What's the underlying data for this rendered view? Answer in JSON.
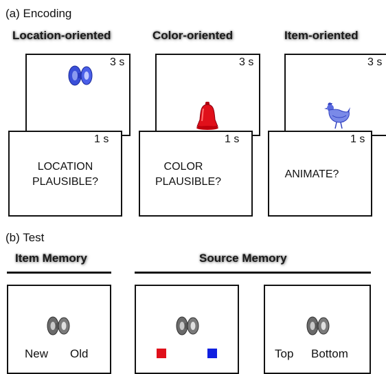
{
  "encoding": {
    "label": "(a)  Encoding",
    "conditions": [
      {
        "title": "Location-oriented",
        "study_duration": "3 s",
        "question_duration": "1 s",
        "question_line1": "LOCATION",
        "question_line2": "PLAUSIBLE?",
        "item_icon": "blue-knob-icon"
      },
      {
        "title": "Color-oriented",
        "study_duration": "3 s",
        "question_duration": "1 s",
        "question_line1": "COLOR",
        "question_line2": "PLAUSIBLE?",
        "item_icon": "red-bell-icon"
      },
      {
        "title": "Item-oriented",
        "study_duration": "3 s",
        "question_duration": "1 s",
        "question_line1": "ANIMATE?",
        "question_line2": "",
        "item_icon": "blue-hen-icon"
      }
    ]
  },
  "test": {
    "label": "(b)  Test",
    "item_memory": {
      "title": "Item Memory",
      "options": [
        "New",
        "Old"
      ]
    },
    "source_memory": {
      "title": "Source Memory",
      "color_panel": {
        "left_color": "#e0101a",
        "right_color": "#1020e0"
      },
      "location_panel": {
        "options": [
          "Top",
          "Bottom"
        ]
      }
    },
    "probe_icon": "gray-knob-icon"
  }
}
